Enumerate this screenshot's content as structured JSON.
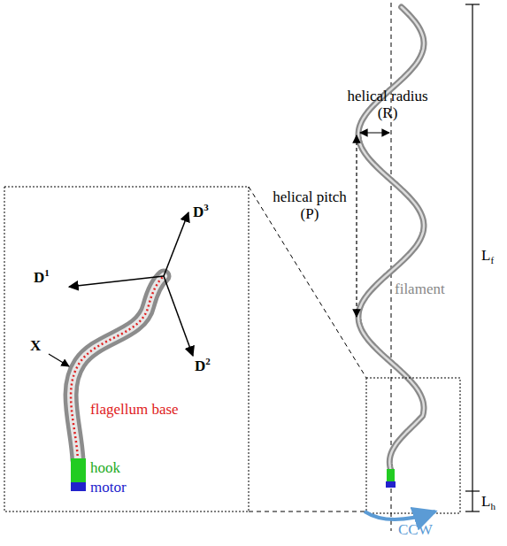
{
  "diagram": {
    "labels": [
      "helical radius (R)",
      "helical pitch (P)",
      "filament",
      "Lf",
      "Lh",
      "CCW",
      "D1",
      "D2",
      "D3",
      "X",
      "flagellum base",
      "hook",
      "motor"
    ]
  }
}
